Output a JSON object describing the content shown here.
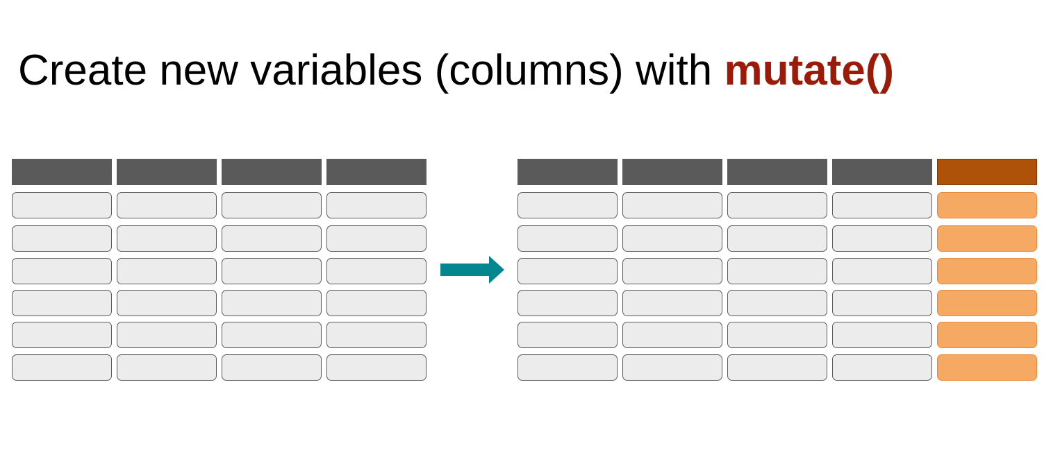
{
  "title": {
    "prefix": "Create new variables (columns) with ",
    "function": "mutate()"
  },
  "colors": {
    "header": "#5a5a5a",
    "cell_fill": "#ececec",
    "cell_border": "#5a5a5a",
    "new_header": "#ad5208",
    "new_header_border": "#7a3a06",
    "new_cell_fill": "#f5a962",
    "new_cell_border": "#e58a3c",
    "arrow": "#03868f",
    "function_text": "#9c1a08"
  },
  "input_table": {
    "columns": 4,
    "rows": 6
  },
  "output_table": {
    "columns": 5,
    "rows": 6,
    "new_column_index": 4
  },
  "arrow_icon": "arrow-right-icon"
}
